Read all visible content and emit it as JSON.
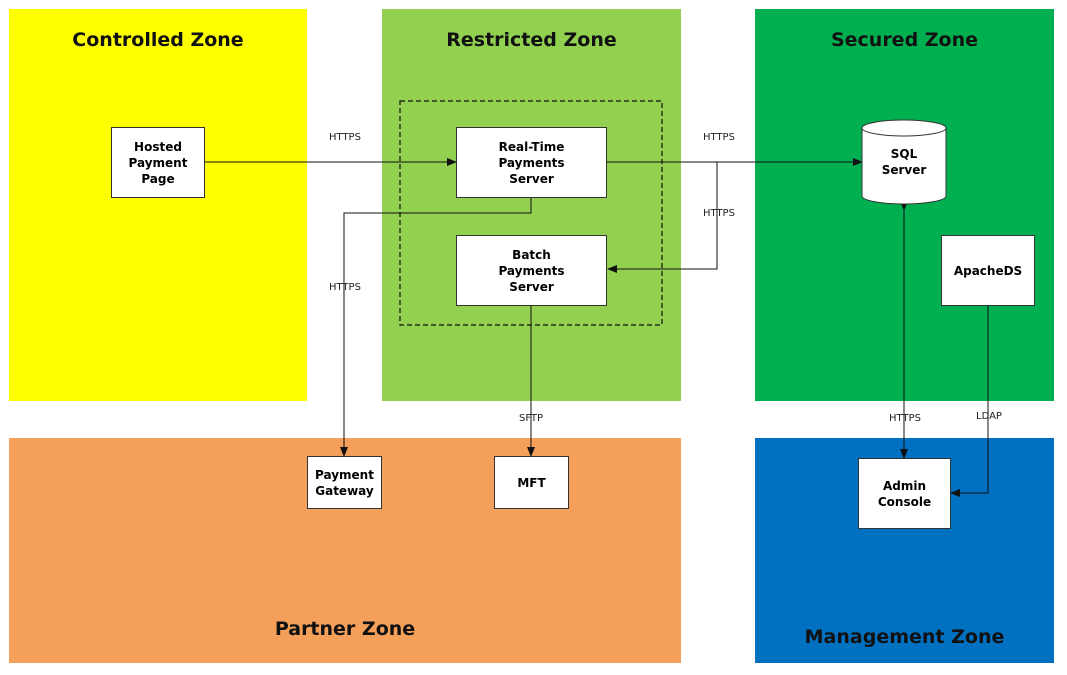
{
  "zones": {
    "controlled": {
      "title": "Controlled Zone",
      "color": "#ffff00"
    },
    "restricted": {
      "title": "Restricted Zone",
      "color": "#92d050"
    },
    "secured": {
      "title": "Secured Zone",
      "color": "#00b050"
    },
    "partner": {
      "title": "Partner Zone",
      "color": "#f4a05a"
    },
    "management": {
      "title": "Management Zone",
      "color": "#0070c0"
    }
  },
  "nodes": {
    "hosted_payment_page": "Hosted\nPayment\nPage",
    "realtime_server": "Real-Time\nPayments\nServer",
    "batch_server": "Batch\nPayments\nServer",
    "sql_server": "SQL\nServer",
    "apacheds": "ApacheDS",
    "payment_gateway": "Payment\nGateway",
    "mft": "MFT",
    "admin_console": "Admin\nConsole"
  },
  "connections": {
    "hpp_rt": "HTTPS",
    "rt_sql": "HTTPS",
    "batch_sql": "HTTPS",
    "rt_gateway": "HTTPS",
    "batch_mft": "SFTP",
    "sql_admin": "HTTPS",
    "apacheds_admin": "LDAP"
  }
}
